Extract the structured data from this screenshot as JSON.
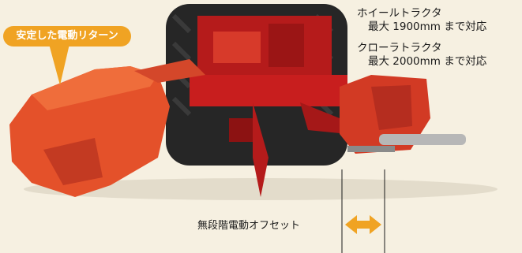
{
  "callout": {
    "text": "安定した電動リターン",
    "color": "#f0a323"
  },
  "specs": {
    "wheel_label": "ホイールトラクタ",
    "wheel_range": "最大 1900mm まで対応",
    "crawler_label": "クローラトラクタ",
    "crawler_range": "最大 2000mm まで対応"
  },
  "offset_label": "無段階電動オフセット",
  "colors": {
    "background": "#f6f0e1",
    "implement": "#e4512a",
    "tractor_body": "#c81e1e",
    "tire": "#262626",
    "arrow": "#f0a323"
  },
  "icons": {
    "offset_arrow": "double-arrow-icon"
  }
}
